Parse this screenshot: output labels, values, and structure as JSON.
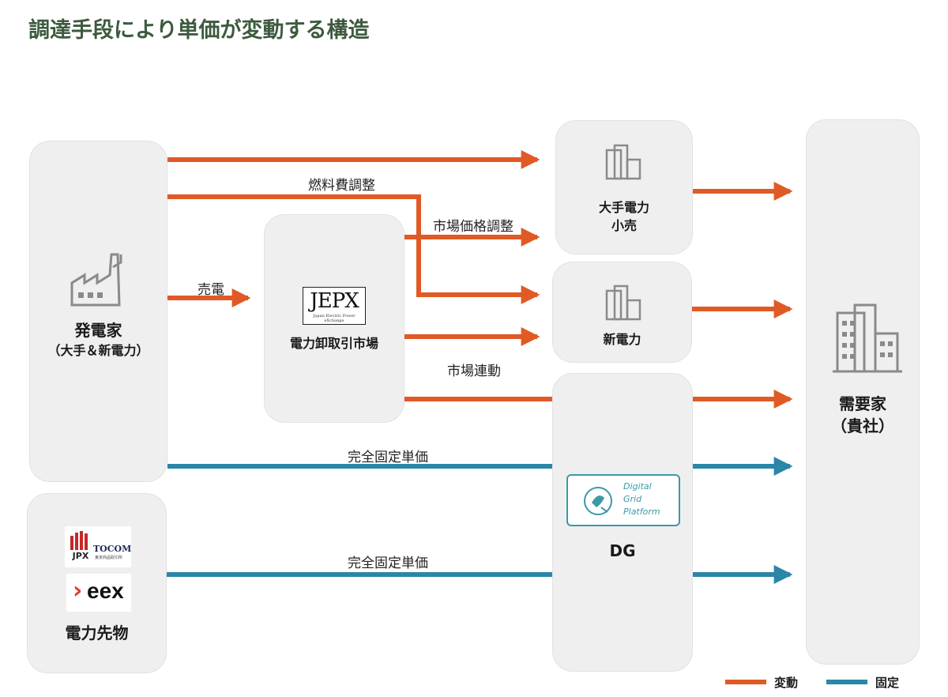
{
  "title": "調達手段により単価が変動する構造",
  "nodes": {
    "generator": {
      "line1": "発電家",
      "line2": "（大手＆新電力）"
    },
    "jepx": {
      "logo_text": "JEPX",
      "logo_sub": "Japan Electric Power eXchange",
      "label": "電力卸取引市場"
    },
    "major_retail": {
      "line1": "大手電力",
      "line2": "小売"
    },
    "new_power": {
      "label": "新電力"
    },
    "dg": {
      "label": "DG",
      "logo_lines": [
        "Digital",
        "Grid",
        "Platform"
      ]
    },
    "customer": {
      "line1": "需要家",
      "line2": "（貴社）"
    },
    "futures": {
      "label": "電力先物",
      "jpx_text": "JPX",
      "tocom_text": "TOCOM",
      "tocom_sub": "東京商品取引所",
      "eex_text": "eex",
      "eex_chevron": "›"
    }
  },
  "edges": {
    "fuel_adjust": "燃料費調整",
    "market_price_adjust": "市場価格調整",
    "sell_power": "売電",
    "market_linked": "市場連動",
    "fixed_price_1": "完全固定単価",
    "fixed_price_2": "完全固定単価"
  },
  "legend": {
    "variable": {
      "label": "変動",
      "color": "#e05a26"
    },
    "fixed": {
      "label": "固定",
      "color": "#2b86a8"
    }
  },
  "colors": {
    "title": "#3d5a3e",
    "box_bg": "#efefef",
    "icon": "#8a8a8a",
    "dgp": "#3a9aa6",
    "jpx_red": "#c62828",
    "eex_red": "#e03a2b"
  }
}
